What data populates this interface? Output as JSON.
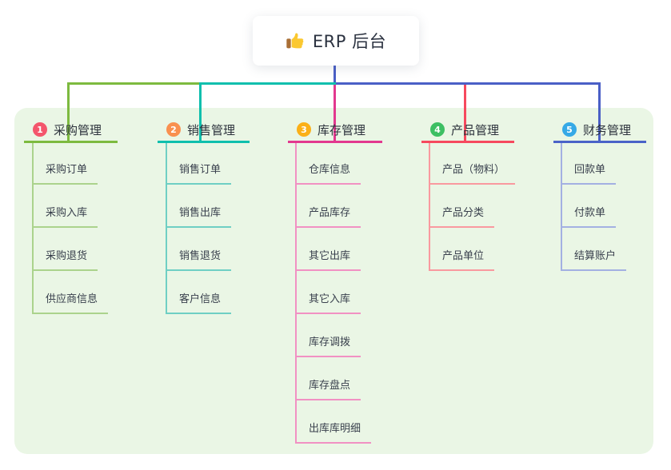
{
  "root": {
    "label": "ERP 后台",
    "icon": "thumbs-up-icon",
    "card_color": "#ffffff"
  },
  "board": {
    "background_color": "#eaf6e5"
  },
  "connectors": {
    "root_drop_color": "#4a5fc6",
    "bus_segments": [
      {
        "name": "left",
        "color": "#7dba3f"
      },
      {
        "name": "center",
        "color": "#0fbfad"
      },
      {
        "name": "right",
        "color": "#4a5fc6"
      }
    ]
  },
  "branches": [
    {
      "badge": "1",
      "title": "采购管理",
      "color": "#7dba3f",
      "light_color": "#abd38c",
      "badge_color": "#f4566c",
      "items": [
        "采购订单",
        "采购入库",
        "采购退货",
        "供应商信息"
      ]
    },
    {
      "badge": "2",
      "title": "销售管理",
      "color": "#0fbfad",
      "light_color": "#6fcfc4",
      "badge_color": "#f9904f",
      "items": [
        "销售订单",
        "销售出库",
        "销售退货",
        "客户信息"
      ]
    },
    {
      "badge": "3",
      "title": "库存管理",
      "color": "#e2388f",
      "light_color": "#f191c3",
      "badge_color": "#fbb017",
      "items": [
        "仓库信息",
        "产品库存",
        "其它出库",
        "其它入库",
        "库存调拨",
        "库存盘点",
        "出库库明细"
      ]
    },
    {
      "badge": "4",
      "title": "产品管理",
      "color": "#f6495e",
      "light_color": "#f9999f",
      "badge_color": "#3dbf63",
      "items": [
        "产品（物料）",
        "产品分类",
        "产品单位"
      ]
    },
    {
      "badge": "5",
      "title": "财务管理",
      "color": "#4a63c8",
      "light_color": "#a3b0e2",
      "badge_color": "#36a9e6",
      "items": [
        "回款单",
        "付款单",
        "结算账户"
      ]
    }
  ]
}
